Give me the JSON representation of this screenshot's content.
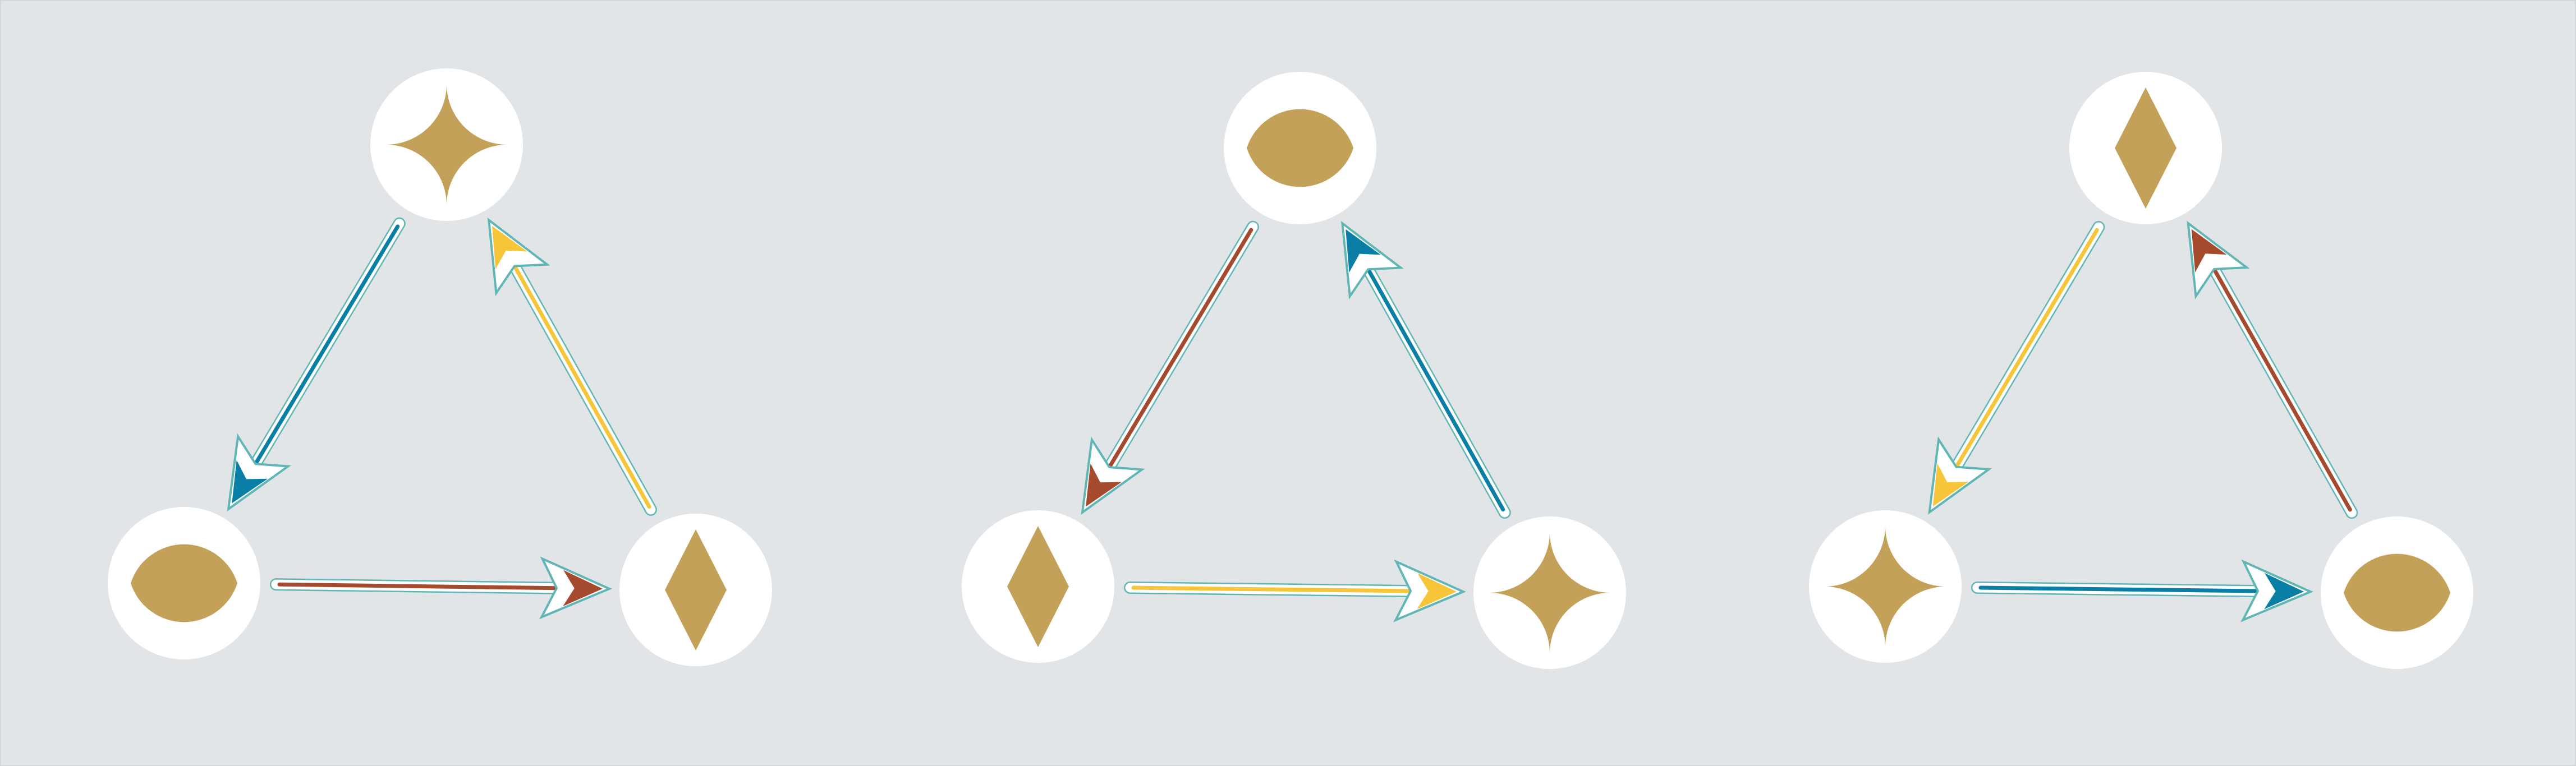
{
  "colors": {
    "background": "#e1e5e8",
    "node_fill": "#ffffff",
    "glyph": "#c4a158",
    "arrow_outline": "#5fb6b4",
    "arrow_halo": "#ffffff",
    "arrow_blue": "#0a7fa6",
    "arrow_red": "#a64a2e",
    "arrow_yellow": "#f6c53a"
  },
  "panels": [
    {
      "id": "panel-1",
      "nodes": {
        "top": "star-icon",
        "left": "lens-icon",
        "right": "diamond-icon"
      },
      "arrows": [
        {
          "from": "top",
          "to": "left",
          "color": "arrow_blue"
        },
        {
          "from": "left",
          "to": "right",
          "color": "arrow_red"
        },
        {
          "from": "right",
          "to": "top",
          "color": "arrow_yellow"
        }
      ]
    },
    {
      "id": "panel-2",
      "nodes": {
        "top": "lens-icon",
        "left": "diamond-icon",
        "right": "star-icon"
      },
      "arrows": [
        {
          "from": "top",
          "to": "left",
          "color": "arrow_red"
        },
        {
          "from": "left",
          "to": "right",
          "color": "arrow_yellow"
        },
        {
          "from": "right",
          "to": "top",
          "color": "arrow_blue"
        }
      ]
    },
    {
      "id": "panel-3",
      "nodes": {
        "top": "diamond-icon",
        "left": "star-icon",
        "right": "lens-icon"
      },
      "arrows": [
        {
          "from": "top",
          "to": "left",
          "color": "arrow_yellow"
        },
        {
          "from": "left",
          "to": "right",
          "color": "arrow_blue"
        },
        {
          "from": "right",
          "to": "top",
          "color": "arrow_red"
        }
      ]
    }
  ]
}
